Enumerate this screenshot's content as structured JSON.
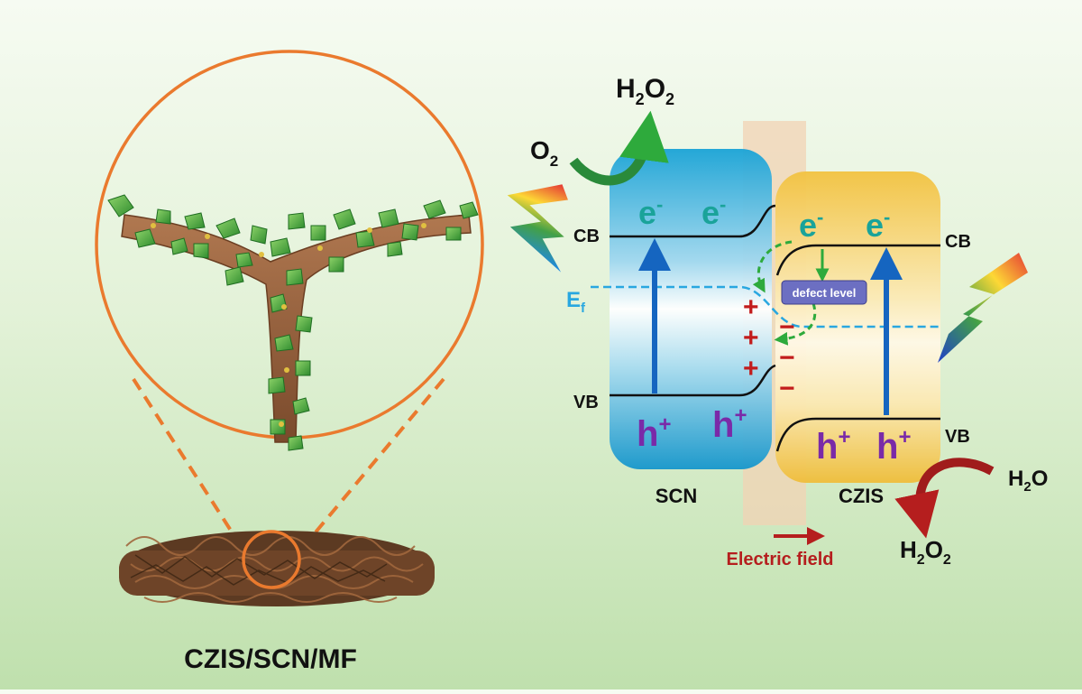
{
  "caption": "CZIS/SCN/MF",
  "products": {
    "top_left_reactant": "O",
    "top_left_reactant_sub": "2",
    "top_product_h": "H",
    "top_product_sub1": "2",
    "top_product_o": "O",
    "top_product_sub2": "2",
    "bottom_reactant_h": "H",
    "bottom_reactant_sub": "2",
    "bottom_reactant_o": "O",
    "bottom_product_h": "H",
    "bottom_product_sub1": "2",
    "bottom_product_o": "O",
    "bottom_product_sub2": "2"
  },
  "bands": {
    "cb": "CB",
    "vb": "VB",
    "ef_main": "E",
    "ef_sub": "f",
    "electron": "e",
    "electron_sup": "-",
    "hole": "h",
    "hole_sup": "+",
    "defect_level": "defect level",
    "plus": "+",
    "minus": "−"
  },
  "materials": {
    "left": "SCN",
    "right": "CZIS"
  },
  "electric_field": "Electric field",
  "colors": {
    "scn_band": "#1aa3d6",
    "czis_band": "#f2c94c",
    "electron": "#1aa39a",
    "hole": "#7a2aa8",
    "plus": "#c21c1c",
    "field": "#b51e1e",
    "ring": "#ea7a2e",
    "arrow_blue": "#1565c0",
    "arrow_green": "#2eaa3c"
  }
}
